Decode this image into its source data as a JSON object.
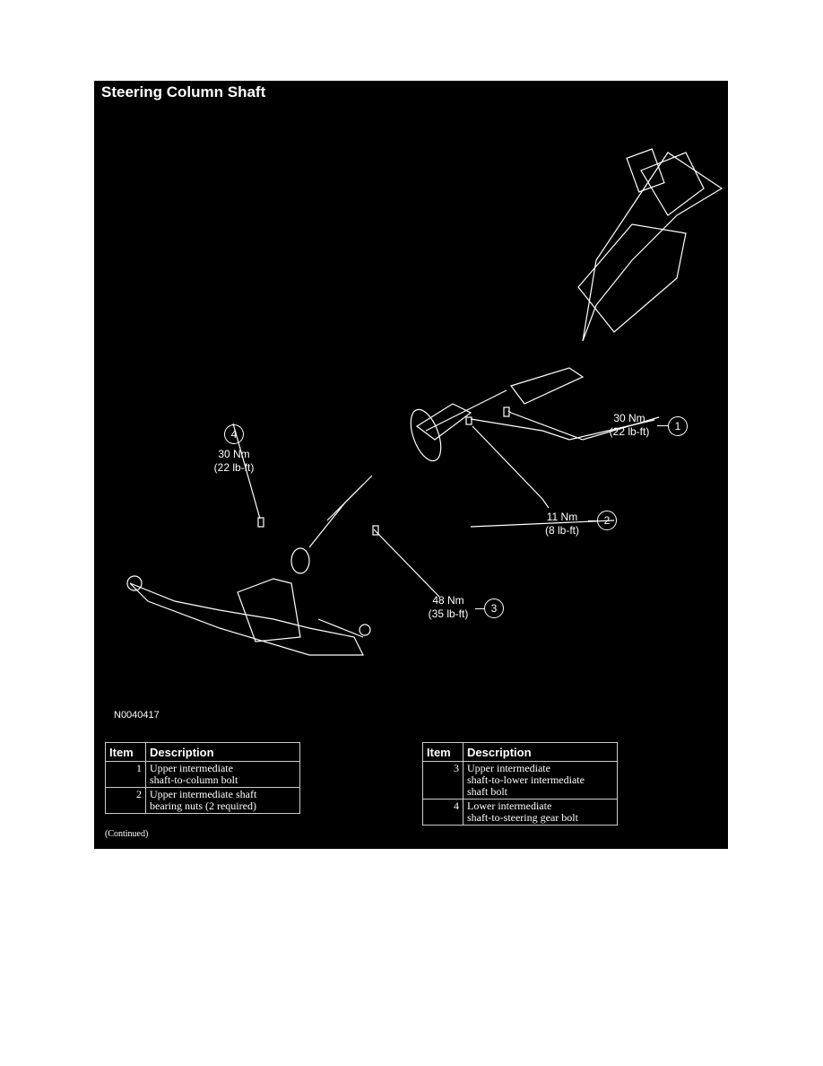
{
  "title": "Steering Column Shaft",
  "figure_id": "N0040417",
  "callouts": [
    {
      "num": "1",
      "torque_nm": "30 Nm",
      "torque_lbft": "(22 lb-ft)"
    },
    {
      "num": "2",
      "torque_nm": "11 Nm",
      "torque_lbft": "(8 lb-ft)"
    },
    {
      "num": "3",
      "torque_nm": "48 Nm",
      "torque_lbft": "(35 lb-ft)"
    },
    {
      "num": "4",
      "torque_nm": "30 Nm",
      "torque_lbft": "(22 lb-ft)"
    }
  ],
  "table_headers": {
    "item": "Item",
    "description": "Description"
  },
  "table_left": [
    {
      "item": "1",
      "line1": "Upper intermediate",
      "line2": "shaft-to-column bolt",
      "line3": ""
    },
    {
      "item": "2",
      "line1": "Upper intermediate shaft",
      "line2": "bearing nuts (2 required)",
      "line3": ""
    }
  ],
  "table_right": [
    {
      "item": "3",
      "line1": "Upper intermediate",
      "line2": "shaft-to-lower intermediate",
      "line3": "shaft bolt"
    },
    {
      "item": "4",
      "line1": "Lower intermediate",
      "line2": "shaft-to-steering gear bolt",
      "line3": ""
    }
  ],
  "continued": "(Continued)"
}
